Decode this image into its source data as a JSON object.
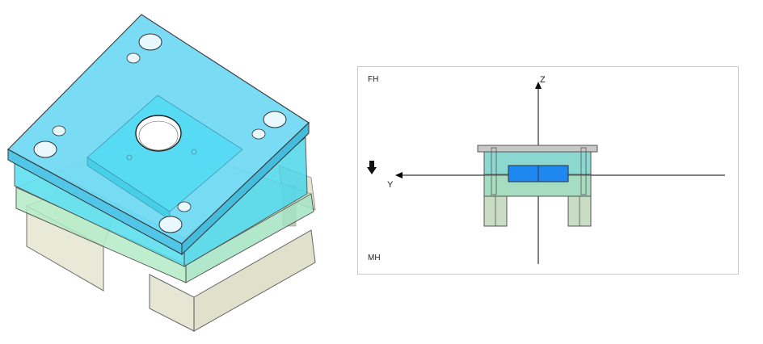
{
  "section_view": {
    "label_fixed_half": "FH",
    "label_moving_half": "MH",
    "axis_z": "Z",
    "axis_y": "Y"
  },
  "icons": {
    "direction": "down-arrow-icon"
  },
  "colors": {
    "top_plate": "#5fd4f2",
    "cavity_plate": "#56dff0",
    "core_plate": "#a8e8c8",
    "support_blocks": "#e4e4d0",
    "cavity_inserts": "#1e88f0",
    "clamp_plate_section": "#c8c8c8",
    "outline": "#3a3a3a"
  }
}
